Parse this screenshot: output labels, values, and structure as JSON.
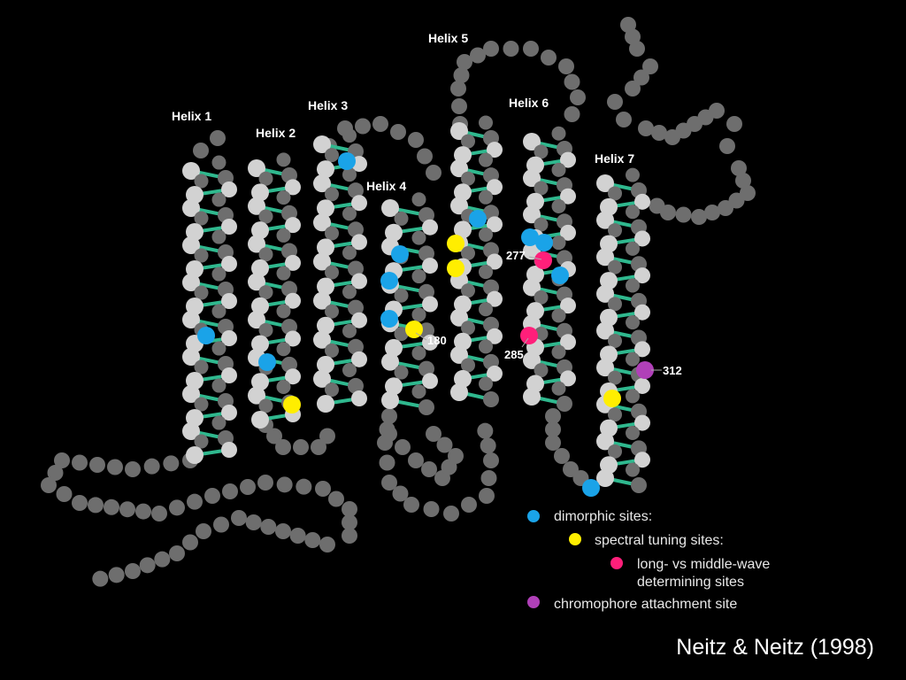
{
  "helices": [
    {
      "id": "helix-1",
      "label": "Helix 1"
    },
    {
      "id": "helix-2",
      "label": "Helix 2"
    },
    {
      "id": "helix-3",
      "label": "Helix 3"
    },
    {
      "id": "helix-4",
      "label": "Helix 4"
    },
    {
      "id": "helix-5",
      "label": "Helix 5"
    },
    {
      "id": "helix-6",
      "label": "Helix 6"
    },
    {
      "id": "helix-7",
      "label": "Helix 7"
    }
  ],
  "residue_labels": {
    "r180": "180",
    "r277": "277",
    "r285": "285",
    "r312": "312"
  },
  "legend": [
    {
      "key": "dimorphic",
      "text": "dimorphic sites:",
      "color": "#1aa3e8"
    },
    {
      "key": "spectral",
      "text": "spectral tuning sites:",
      "color": "#ffee00"
    },
    {
      "key": "wave",
      "text": "long- vs middle-wave",
      "text2": "determining sites",
      "color": "#ff1f7a"
    },
    {
      "key": "chromo",
      "text": "chromophore attachment site",
      "color": "#b040b8"
    }
  ],
  "colors": {
    "residue_dark": "#6e6e6e",
    "residue_light": "#d2d2d2",
    "bond": "#2fb88e",
    "background": "#000000"
  },
  "citation": "Neitz & Neitz (1998)"
}
